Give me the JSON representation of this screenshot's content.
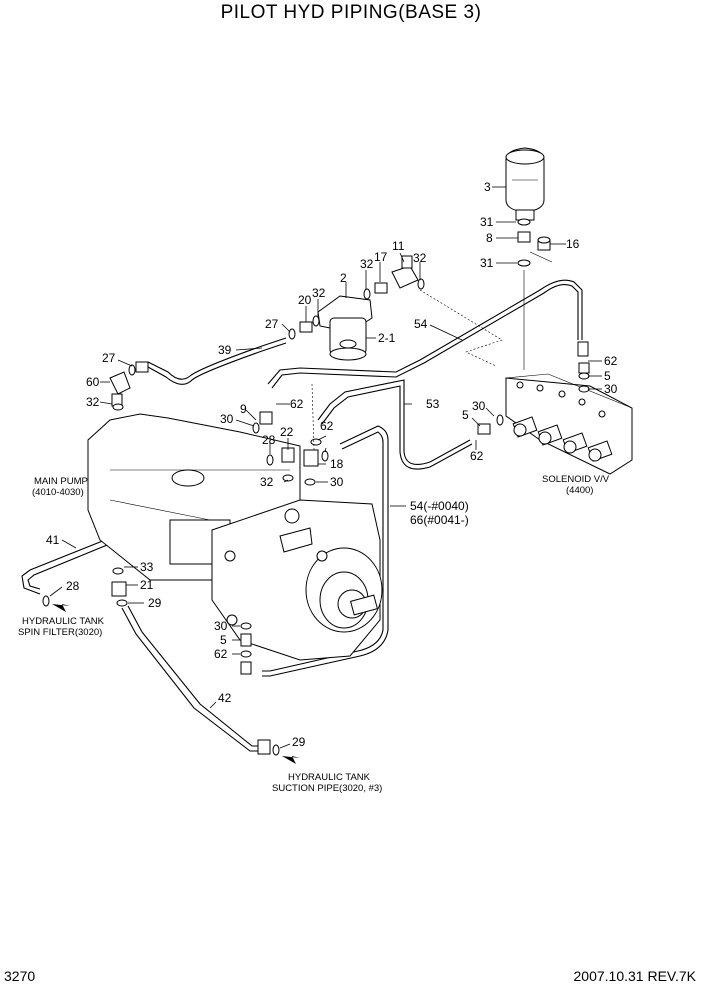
{
  "title": "PILOT HYD PIPING(BASE 3)",
  "footer": {
    "page": "3270",
    "date_rev": "2007.10.31  REV.7K"
  },
  "labels": {
    "l3": "3",
    "l31a": "31",
    "l8": "8",
    "l16": "16",
    "l31b": "31",
    "l11": "11",
    "l17": "17",
    "l32a": "32",
    "l32b": "32",
    "l2": "2",
    "l20": "20",
    "l32c": "32",
    "l27a": "27",
    "l2_1": "2-1",
    "l54": "54",
    "l39": "39",
    "l27b": "27",
    "l60": "60",
    "l32d": "32",
    "l62a": "62",
    "l5a": "5",
    "l30a": "30",
    "l9": "9",
    "l62b": "62",
    "l53": "53",
    "l30b": "30",
    "l5b": "5",
    "l30c": "30",
    "l28a": "28",
    "l22": "22",
    "l62c": "62",
    "l62d": "62",
    "l18": "18",
    "l32e": "32",
    "l30d": "30",
    "l54_66a": "54(-#0040)",
    "l54_66b": "66(#0041-)",
    "l41": "41",
    "l28b": "28",
    "l33": "33",
    "l21": "21",
    "l29a": "29",
    "l30e": "30",
    "l5c": "5",
    "l62e": "62",
    "l42": "42",
    "l29b": "29"
  },
  "notes": {
    "main_pump_1": "MAIN PUMP",
    "main_pump_2": "(4010-4030)",
    "solenoid_1": "SOLENOID V/V",
    "solenoid_2": "(4400)",
    "tank_spin_1": "HYDRAULIC TANK",
    "tank_spin_2": "SPIN FILTER(3020)",
    "tank_suction_1": "HYDRAULIC TANK",
    "tank_suction_2": "SUCTION PIPE(3020, #3)"
  }
}
